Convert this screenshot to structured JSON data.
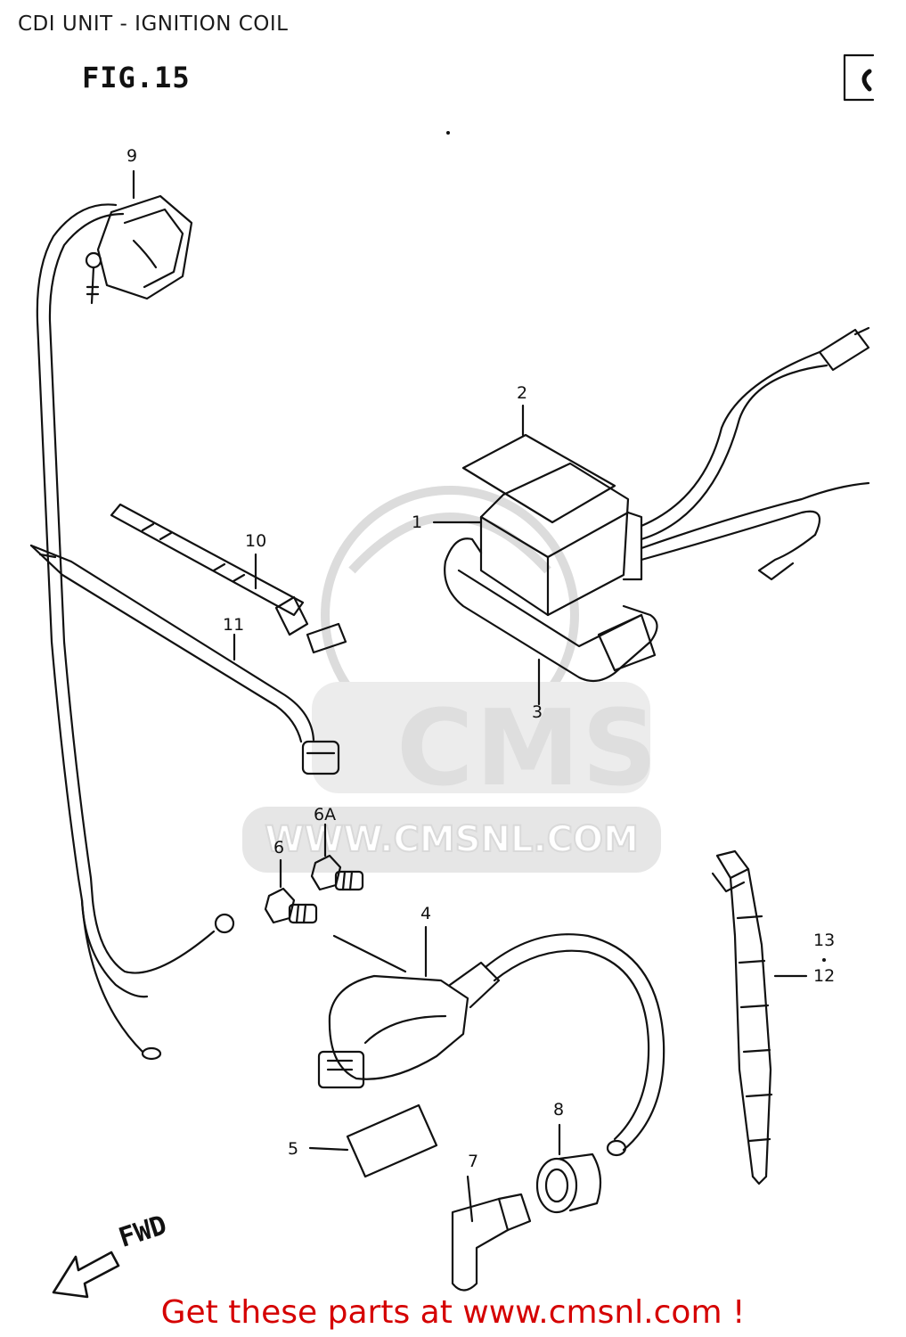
{
  "header": {
    "title": "CDI UNIT - IGNITION COIL"
  },
  "figure": {
    "label": "FIG.15"
  },
  "callouts": {
    "c1": "1",
    "c2": "2",
    "c3": "3",
    "c4": "4",
    "c5": "5",
    "c6": "6",
    "c6a": "6A",
    "c7": "7",
    "c8": "8",
    "c9": "9",
    "c10": "10",
    "c11": "11",
    "c12": "12",
    "c13": "13"
  },
  "direction": {
    "label": "FWD"
  },
  "watermark": {
    "brand": "CMS",
    "url": "WWW.CMSNL.COM"
  },
  "footer": {
    "text": "Get these parts at www.cmsnl.com !"
  },
  "colors": {
    "line": "#111111",
    "watermark": "#d9d9d9",
    "footer": "#d50000"
  }
}
